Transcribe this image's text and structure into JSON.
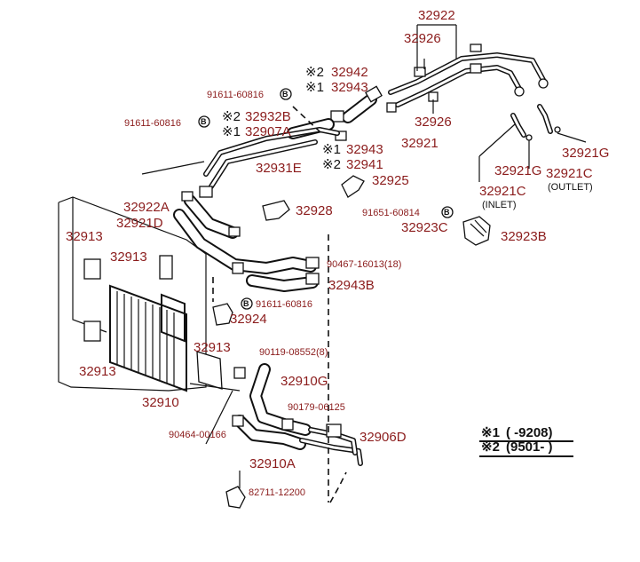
{
  "labels": {
    "p32922": "32922",
    "p32926a": "32926",
    "p32942_mark": "※2",
    "p32942": "32942",
    "p32943a_mark": "※1",
    "p32943a": "32943",
    "b91611a": "91611-60816",
    "b91611b": "91611-60816",
    "p32932b_mark": "※2",
    "p32932b": "32932B",
    "p32907a_mark": "※1",
    "p32907a": "32907A",
    "p32926b": "32926",
    "p32921": "32921",
    "p32943b_mark": "※1",
    "p32943b": "32943",
    "p32941_mark": "※2",
    "p32941": "32941",
    "p32931e": "32931E",
    "p32921g_a": "32921G",
    "p32921g_b": "32921G",
    "p32921c_a": "32921C",
    "p32921c_b": "32921C",
    "inlet": "(INLET)",
    "outlet": "(OUTLET)",
    "p32925": "32925",
    "p32922a": "32922A",
    "p32921d": "32921D",
    "p32928": "32928",
    "b91651": "91651-60814",
    "p32923c": "32923C",
    "p32923b": "32923B",
    "p32913a": "32913",
    "p32913b": "32913",
    "p32913c": "32913",
    "p32913d": "32913",
    "b90467": "90467-16013(18)",
    "p32943bb": "32943B",
    "b91611c": "91611-60816",
    "p32924": "32924",
    "b90119": "90119-08552(8)",
    "p32910": "32910",
    "p32910g": "32910G",
    "b90179": "90179-06125",
    "p32906d": "32906D",
    "b90464": "90464-00166",
    "p32910a": "32910A",
    "b82711": "82711-12200",
    "bolt_letter": "B"
  },
  "legend": {
    "row1_mark": "※1",
    "row1_text": "(   -9208)",
    "row2_mark": "※2",
    "row2_text": "(9501-       )"
  }
}
